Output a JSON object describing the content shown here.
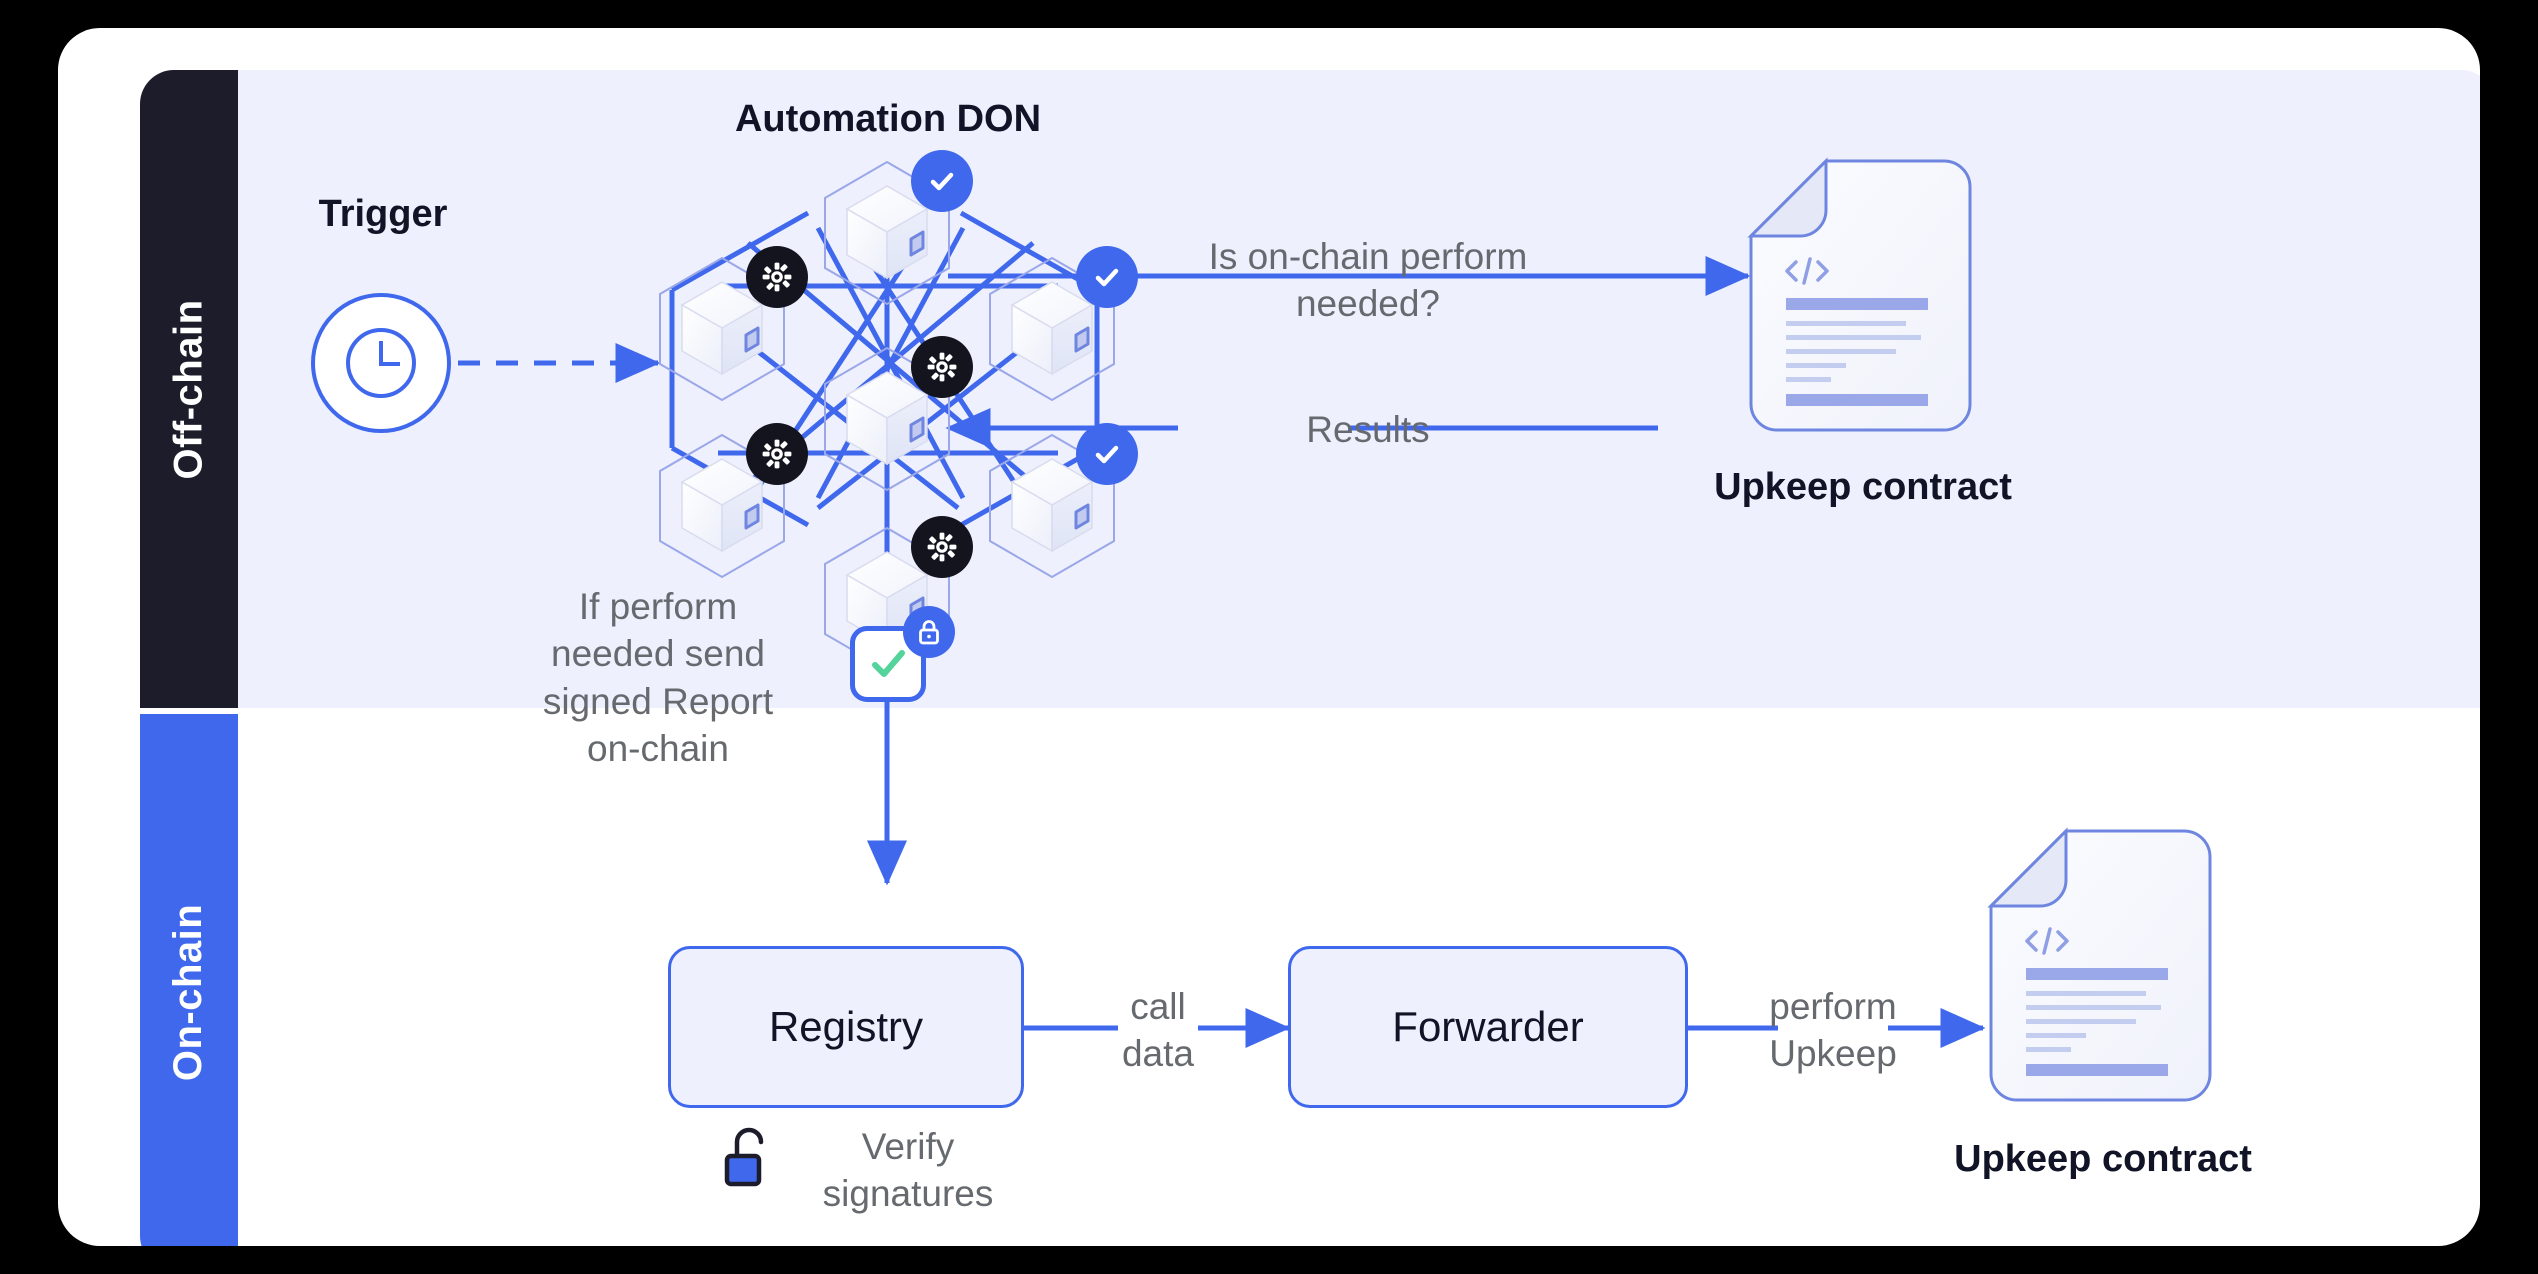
{
  "diagram": {
    "title": "Chainlink Automation architecture",
    "colors": {
      "accent_blue": "#3f68ed",
      "panel_lavender": "#eef0fd",
      "rail_dark": "#1c1c2b",
      "text_gray": "#666a6e",
      "text_dark": "#111326",
      "check_green": "#54d39a",
      "doc_line_blue": "#9aa7e8"
    },
    "rails": [
      {
        "id": "off-chain",
        "label": "Off-chain",
        "background": "#1c1c2b"
      },
      {
        "id": "on-chain",
        "label": "On-chain",
        "background": "#3f68ed"
      }
    ],
    "offchain": {
      "trigger_label": "Trigger",
      "trigger_icon": "clock-icon",
      "don_title": "Automation DON",
      "don_nodes": [
        {
          "position": "top-center",
          "badge": "check-badge"
        },
        {
          "position": "upper-left",
          "badge": "gear-badge"
        },
        {
          "position": "upper-right",
          "badge": "check-badge"
        },
        {
          "position": "center",
          "badge": "gear-badge"
        },
        {
          "position": "lower-left",
          "badge": "gear-badge"
        },
        {
          "position": "lower-right",
          "badge": "check-badge"
        },
        {
          "position": "bottom-center",
          "badge": "gear-badge"
        }
      ],
      "query_label": "Is on-chain perform\nneeded?",
      "results_label": "Results",
      "upkeep_contract_label": "Upkeep contract",
      "report_note": "If perform\nneeded send\nsigned Report\non-chain",
      "signed_report_icon": "check-square-icon",
      "signed_report_lock_icon": "lock-closed-icon"
    },
    "onchain": {
      "registry_label": "Registry",
      "forwarder_label": "Forwarder",
      "call_data_label": "call\ndata",
      "perform_upkeep_label": "perform\nUpkeep",
      "verify_label": "Verify\nsignatures",
      "verify_icon": "lock-open-icon",
      "upkeep_contract_label": "Upkeep contract"
    }
  }
}
